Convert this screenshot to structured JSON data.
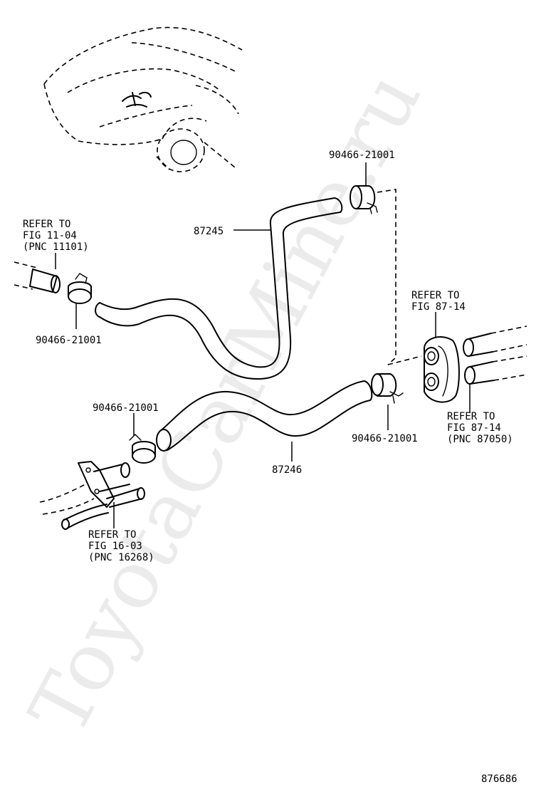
{
  "watermark": "ToyotaCarMine.ru",
  "figure_number": "876686",
  "parts": {
    "clamp_top": "90466-21001",
    "clamp_left": "90466-21001",
    "clamp_mid_left": "90466-21001",
    "clamp_right": "90466-21001",
    "hose_upper": "87245",
    "hose_lower": "87246"
  },
  "references": {
    "left_top": {
      "line1": "REFER TO",
      "line2": "FIG 11-04",
      "line3": "(PNC 11101)"
    },
    "right_top": {
      "line1": "REFER TO",
      "line2": "FIG 87-14"
    },
    "right_bottom": {
      "line1": "REFER TO",
      "line2": "FIG 87-14",
      "line3": "(PNC 87050)"
    },
    "left_bottom": {
      "line1": "REFER TO",
      "line2": "FIG 16-03",
      "line3": "(PNC 16268)"
    }
  }
}
